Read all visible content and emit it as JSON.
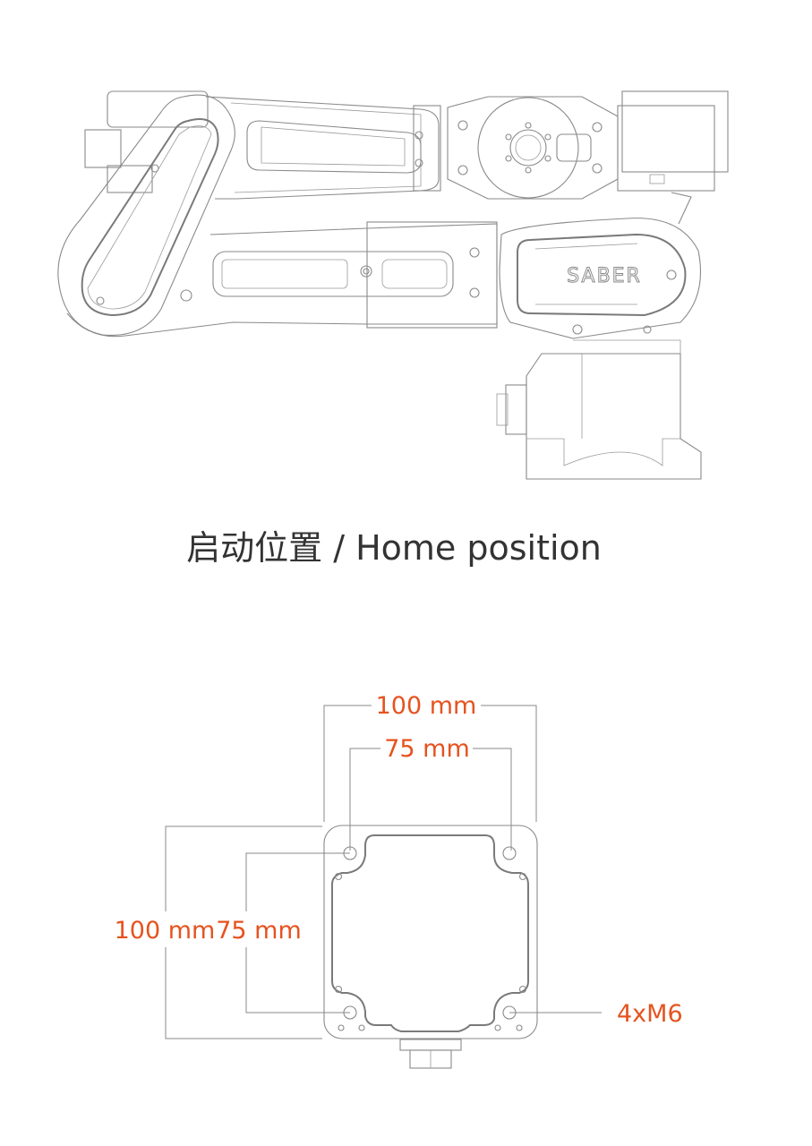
{
  "caption": "启动位置 / Home position",
  "logo_text": "SABER",
  "dimensions": {
    "top_outer": "100 mm",
    "top_inner": "75 mm",
    "left_outer": "100 mm",
    "left_inner": "75 mm",
    "holes": "4xM6"
  },
  "colors": {
    "accent": "#e5531f",
    "line": "#8a8a8a",
    "text": "#333333"
  }
}
